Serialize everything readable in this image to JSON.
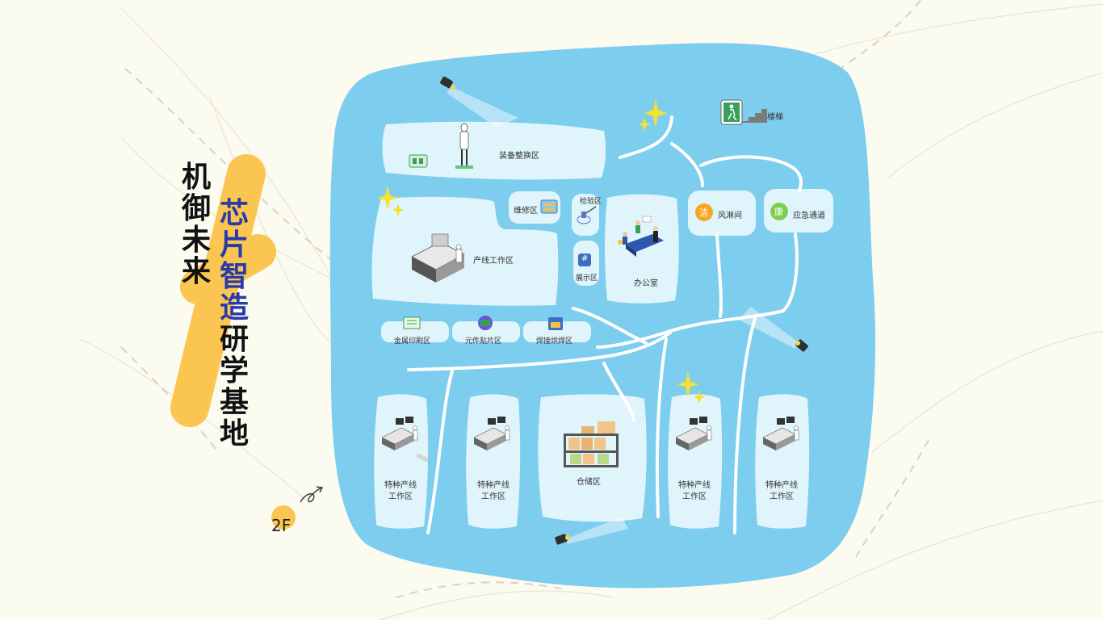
{
  "title": {
    "col1": [
      "机",
      "御",
      "未",
      "来"
    ],
    "col2": [
      "芯",
      "片"
    ],
    "col3": [
      "智",
      "造",
      "研",
      "学",
      "基",
      "地"
    ]
  },
  "floor": "2F",
  "colors": {
    "water": "#7dcdee",
    "room": "#dff4fb",
    "accent_yellow": "#fbc552",
    "title_blue": "#2a3aa8",
    "text": "#333333"
  },
  "rooms": {
    "equipment_change": "装备整换区",
    "maintenance": "维修区",
    "inspection": "检验区",
    "production_line": "产线工作区",
    "exhibition": "展示区",
    "office": "办公室",
    "air_shower": "风淋间",
    "emergency_exit": "应急通道",
    "stairs": "楼梯",
    "metal_printing": "金属印刷区",
    "component_mounting": "元件贴片区",
    "reflow_soldering": "焊接烘焊区",
    "special_line_a": [
      "特种产线",
      "工作区"
    ],
    "special_line_b": [
      "特种产线",
      "工作区"
    ],
    "warehouse": "仓储区",
    "special_line_c": [
      "特种产线",
      "工作区"
    ],
    "special_line_d": [
      "特种产线",
      "工作区"
    ]
  },
  "icons": {
    "air_shower_badge": "洁",
    "emergency_badge": "康",
    "exhibit_badge": "#"
  }
}
